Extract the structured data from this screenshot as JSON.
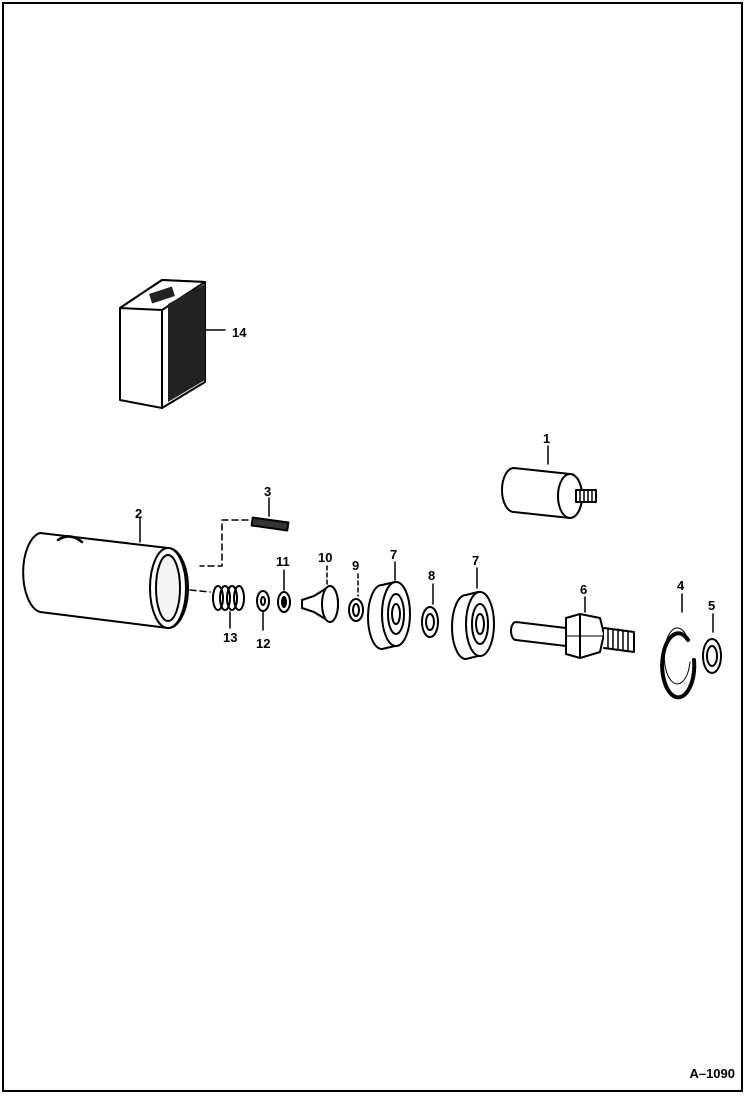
{
  "figure": {
    "reference": "A–1090",
    "callouts": {
      "p1": "1",
      "p2": "2",
      "p3": "3",
      "p4": "4",
      "p5": "5",
      "p6": "6",
      "p7a": "7",
      "p7b": "7",
      "p8": "8",
      "p9": "9",
      "p10": "10",
      "p11": "11",
      "p12": "12",
      "p13": "13",
      "p14": "14"
    }
  },
  "colors": {
    "ink": "#000000",
    "paper": "#ffffff",
    "shade": "#d9d9d9"
  }
}
